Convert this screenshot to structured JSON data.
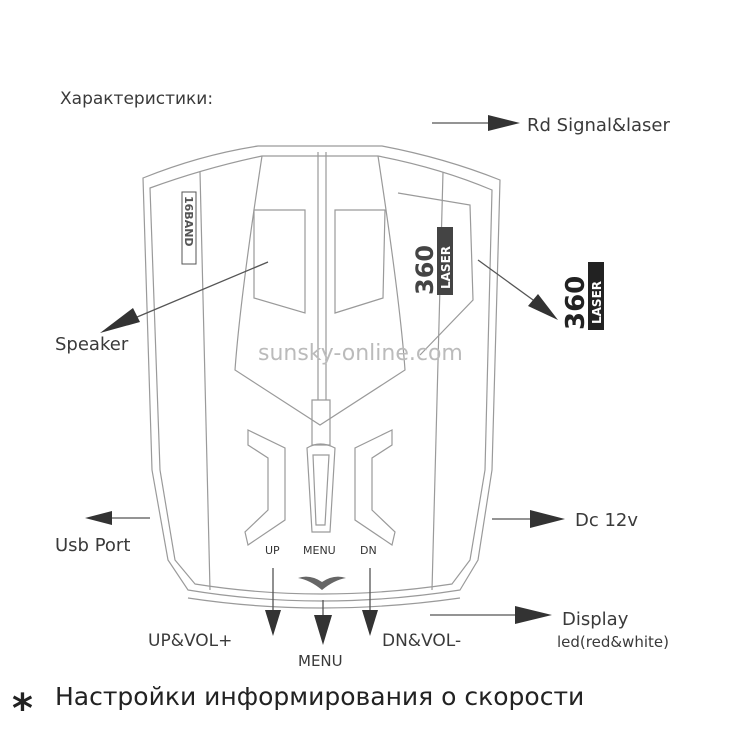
{
  "heading": "Характеристики:",
  "watermark": "sunsky-online.com",
  "device": {
    "band_text": "16BAND",
    "logo_number": "360",
    "logo_text": "LASER",
    "buttons": [
      "UP",
      "MENU",
      "DN"
    ]
  },
  "callouts": {
    "rd_signal": "Rd Signal&laser",
    "speaker": "Speaker",
    "usb_port": "Usb Port",
    "dc": "Dc  12v",
    "display": "Display",
    "display_sub": "led(red&white)",
    "up_vol": "UP&VOL+",
    "menu": "MENU",
    "dn_vol": "DN&VOL-"
  },
  "badge_360": {
    "number": "360",
    "text": "LASER"
  },
  "footer": {
    "star": "*",
    "text": "Настройки информирования о скорости"
  }
}
